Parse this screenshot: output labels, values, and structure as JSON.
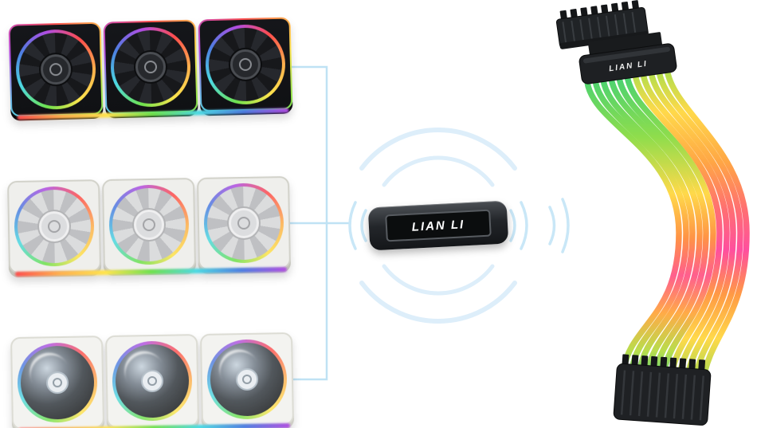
{
  "controller": {
    "label": "LIAN LI",
    "body_color": "#25282b",
    "screen_color": "#0b0d0e",
    "label_color": "#ffffff"
  },
  "connections": {
    "line_color": "#bfe2f4",
    "arc_color": "#c9e7f7",
    "big_arc_color": "#ddeefa"
  },
  "fan_groups": [
    {
      "id": "black-fan-trio",
      "style": "black triple fan with RGB rim",
      "frame_color": "#15161a",
      "fan_count": 3
    },
    {
      "id": "white-fan-trio",
      "style": "white silver triple fan with RGB rim",
      "frame_color": "#efefec",
      "fan_count": 3
    },
    {
      "id": "mirror-fan-trio",
      "style": "white triple fan with infinity mirror center",
      "frame_color": "#f3f3f0",
      "fan_count": 3
    }
  ],
  "rgb_palette": [
    "#ff4d4d",
    "#ffb14d",
    "#ffe44d",
    "#6fe24d",
    "#4dd9e2",
    "#4d7ee2",
    "#b14de2"
  ],
  "cable": {
    "connector_label": "LIAN LI",
    "strand_count": 11,
    "gradient_left": [
      "#3fd077",
      "#8fdd4c",
      "#ffd94a",
      "#ff9345",
      "#ff5f8e",
      "#ffab47",
      "#b8dd4c",
      "#4fd07f"
    ],
    "gradient_right": [
      "#a8de4c",
      "#ffd94a",
      "#ffa645",
      "#ff6f72",
      "#ff4f9e",
      "#ff9a45",
      "#ffd94a",
      "#9fd94f"
    ],
    "connector_color": "#1f2124"
  }
}
